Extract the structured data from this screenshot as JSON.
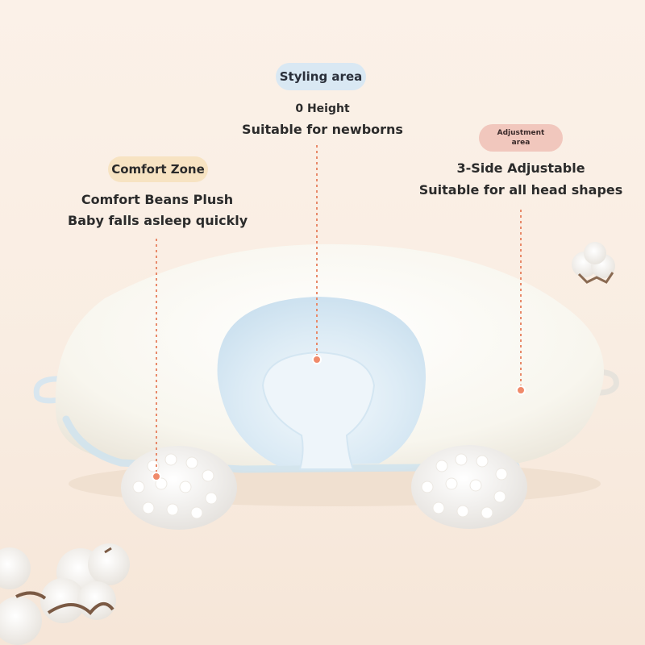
{
  "labels": {
    "styling": {
      "badge": "Styling area",
      "line1": "0 Height",
      "line2": "Suitable for newborns"
    },
    "comfort": {
      "badge": "Comfort Zone",
      "line1": "Comfort Beans Plush",
      "line2": "Baby falls asleep quickly"
    },
    "adjust": {
      "badge": "Adjustment area",
      "line1": "3-Side Adjustable",
      "line2": "Suitable for all head shapes"
    }
  },
  "colors": {
    "background": "#fbf1e8",
    "styling_badge": "#d9e8f3",
    "comfort_badge": "#f7e3c2",
    "adjust_badge": "#f1c7bd",
    "pointer": "#e88a6a",
    "pillow": "#fbf9f1",
    "pillow_center": "#dcecf6"
  }
}
